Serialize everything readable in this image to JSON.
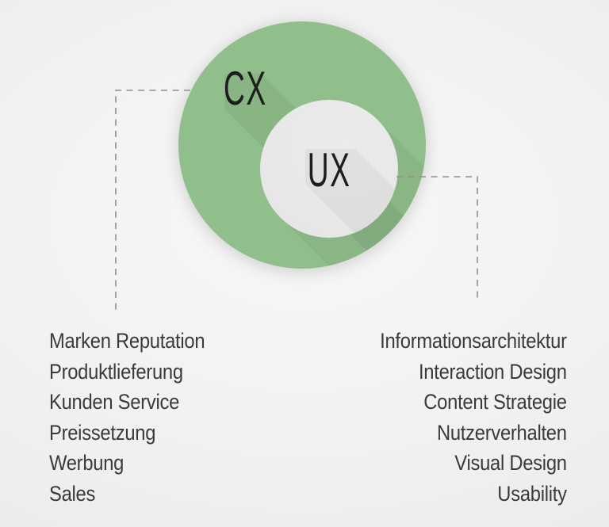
{
  "circles": {
    "outer": {
      "label": "CX",
      "color": "#91bf8c"
    },
    "inner": {
      "label": "UX",
      "color": "#e9e9e9"
    }
  },
  "cx_list": {
    "items": [
      "Marken Reputation",
      "Produktlieferung",
      "Kunden Service",
      "Preissetzung",
      "Werbung",
      "Sales"
    ]
  },
  "ux_list": {
    "items": [
      "Informationsarchitektur",
      "Interaction Design",
      "Content Strategie",
      "Nutzerverhalten",
      "Visual Design",
      "Usability"
    ]
  },
  "colors": {
    "background": "#f2f2f2",
    "outer_circle": "#91bf8c",
    "inner_circle": "#e9e9e9",
    "label_text": "#1d1d1d",
    "list_text": "#3a3a3a",
    "dash_line": "#8f8f8f"
  }
}
